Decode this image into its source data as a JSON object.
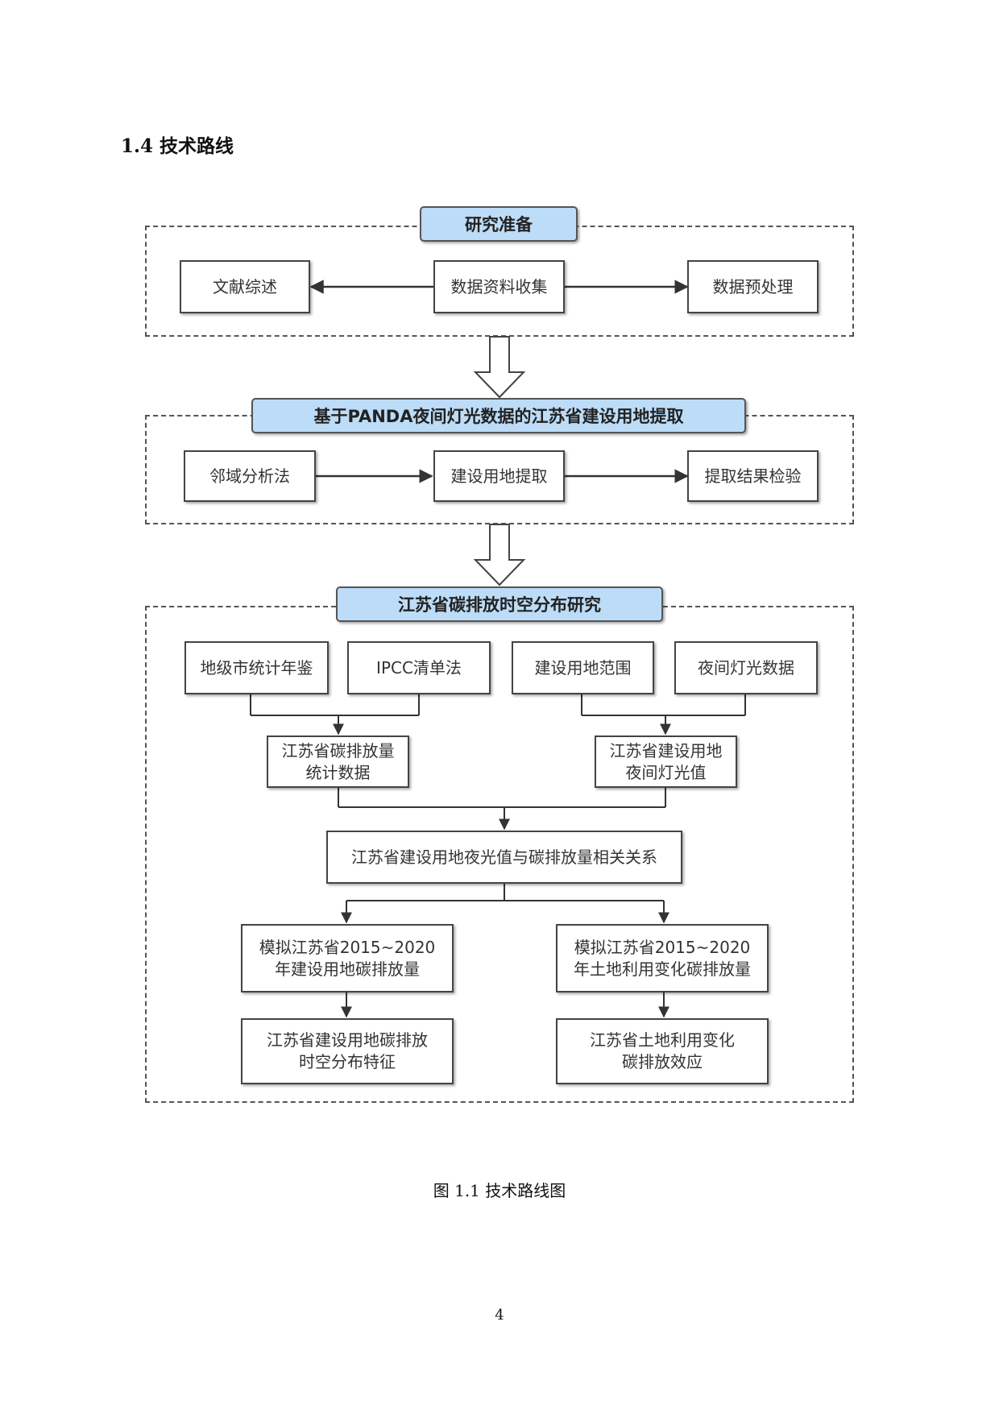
{
  "section_heading": "1.4 技术路线",
  "figure_caption": "图 1.1 技术路线图",
  "page_number": "4",
  "colors": {
    "title_fill": "#bcdcf7",
    "line": "#333333",
    "border": "#444444"
  },
  "stage1": {
    "title": "研究准备",
    "literature": "文献综述",
    "collection": "数据资料收集",
    "preprocess": "数据预处理"
  },
  "stage2": {
    "title": "基于PANDA夜间灯光数据的江苏省建设用地提取",
    "neighborhood": "邻域分析法",
    "extraction": "建设用地提取",
    "check": "提取结果检验"
  },
  "stage3": {
    "title": "江苏省碳排放时空分布研究",
    "yearbook": "地级市统计年鉴",
    "ipcc": "IPCC清单法",
    "range": "建设用地范围",
    "nightlight": "夜间灯光数据",
    "carbon_stats": "江苏省碳排放量\n统计数据",
    "light_value": "江苏省建设用地\n夜间灯光值",
    "correlation": "江苏省建设用地夜光值与碳排放量相关关系",
    "sim_built": "模拟江苏省2015~2020\n年建设用地碳排放量",
    "sim_landuse": "模拟江苏省2015~2020\n年土地利用变化碳排放量",
    "feature": "江苏省建设用地碳排放\n时空分布特征",
    "effect": "江苏省土地利用变化\n碳排放效应"
  }
}
